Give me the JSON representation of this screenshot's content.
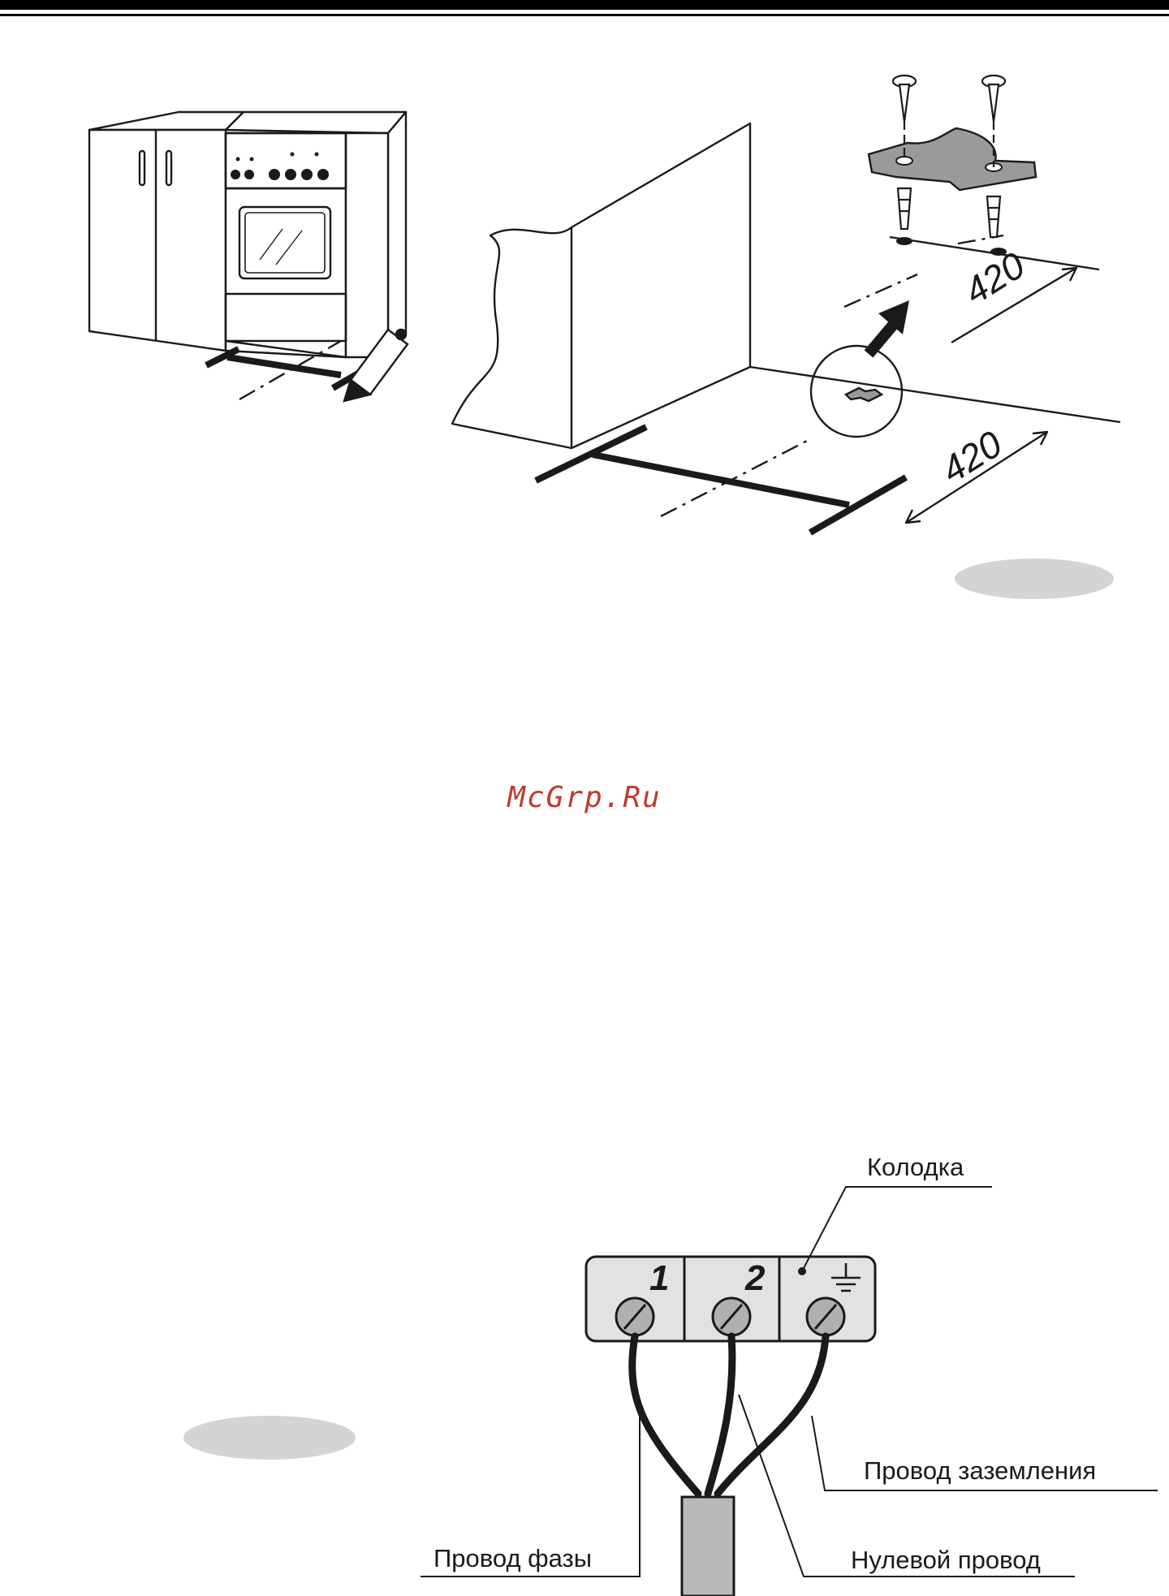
{
  "document": {
    "watermark": "McGrp.Ru",
    "watermark_color": "#c0392b",
    "figure_top": {
      "dimension_wall": "420",
      "dimension_floor": "420"
    },
    "figure_bottom": {
      "terminal_block_label": "Колодка",
      "terminal_1": "1",
      "terminal_2": "2",
      "ground_wire_label": "Провод заземления",
      "phase_wire_label": "Провод фазы",
      "neutral_wire_label": "Нулевой провод"
    }
  },
  "colors": {
    "ink": "#1a1a1a",
    "badge_fill": "#d4d4d4",
    "block_fill": "#e2e2e2",
    "bracket_fill": "#9a9a9a"
  },
  "icons": [
    "ground-symbol-icon",
    "screw-icon",
    "wall-plug-icon",
    "pencil-icon"
  ]
}
